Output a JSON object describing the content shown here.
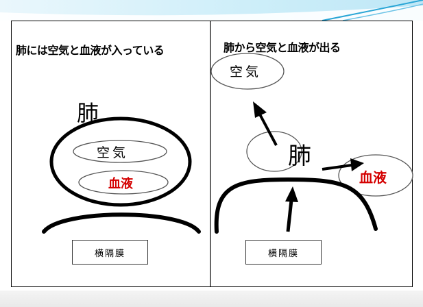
{
  "left_panel": {
    "title": "肺には空気と血液が入っている",
    "lung_label": "肺",
    "air_label": "空気",
    "blood_label": "血液",
    "diaphragm_label": "横隔膜"
  },
  "right_panel": {
    "title": "肺から空気と血液が出る",
    "lung_label": "肺",
    "air_label": "空気",
    "blood_label": "血液",
    "diaphragm_label": "横隔膜"
  },
  "colors": {
    "banner_light": "#dff4fb",
    "banner_accent": "#2aa6d6",
    "blood_text": "#d40000",
    "outline": "#000000"
  }
}
